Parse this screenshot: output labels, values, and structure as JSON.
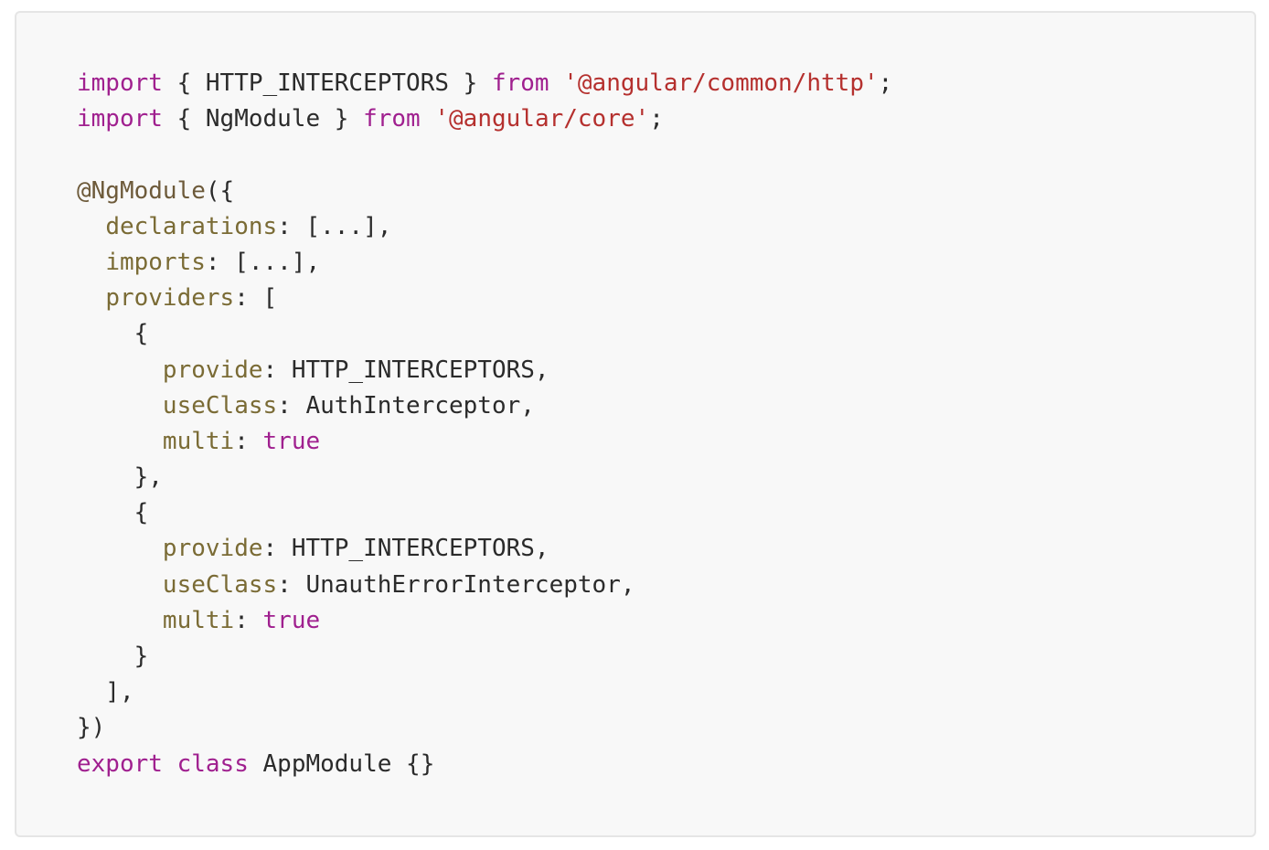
{
  "code": {
    "language": "typescript",
    "colors": {
      "keyword": "#a0208f",
      "string": "#b5302e",
      "decorator": "#6d5a3a",
      "property": "#7a6b35",
      "text": "#2b2b2b",
      "background": "#f8f8f8"
    },
    "lines": [
      [
        {
          "t": "kw",
          "v": "import"
        },
        {
          "t": "punc",
          "v": " { "
        },
        {
          "t": "id",
          "v": "HTTP_INTERCEPTORS"
        },
        {
          "t": "punc",
          "v": " } "
        },
        {
          "t": "kw",
          "v": "from"
        },
        {
          "t": "punc",
          "v": " "
        },
        {
          "t": "str",
          "v": "'@angular/common/http'"
        },
        {
          "t": "punc",
          "v": ";"
        }
      ],
      [
        {
          "t": "kw",
          "v": "import"
        },
        {
          "t": "punc",
          "v": " { "
        },
        {
          "t": "id",
          "v": "NgModule"
        },
        {
          "t": "punc",
          "v": " } "
        },
        {
          "t": "kw",
          "v": "from"
        },
        {
          "t": "punc",
          "v": " "
        },
        {
          "t": "str",
          "v": "'@angular/core'"
        },
        {
          "t": "punc",
          "v": ";"
        }
      ],
      [],
      [
        {
          "t": "deco",
          "v": "@NgModule"
        },
        {
          "t": "punc",
          "v": "({"
        }
      ],
      [
        {
          "t": "punc",
          "v": "  "
        },
        {
          "t": "prop",
          "v": "declarations"
        },
        {
          "t": "punc",
          "v": ": [...],"
        }
      ],
      [
        {
          "t": "punc",
          "v": "  "
        },
        {
          "t": "prop",
          "v": "imports"
        },
        {
          "t": "punc",
          "v": ": [...],"
        }
      ],
      [
        {
          "t": "punc",
          "v": "  "
        },
        {
          "t": "prop",
          "v": "providers"
        },
        {
          "t": "punc",
          "v": ": ["
        }
      ],
      [
        {
          "t": "punc",
          "v": "    {"
        }
      ],
      [
        {
          "t": "punc",
          "v": "      "
        },
        {
          "t": "prop",
          "v": "provide"
        },
        {
          "t": "punc",
          "v": ": "
        },
        {
          "t": "id",
          "v": "HTTP_INTERCEPTORS"
        },
        {
          "t": "punc",
          "v": ","
        }
      ],
      [
        {
          "t": "punc",
          "v": "      "
        },
        {
          "t": "prop",
          "v": "useClass"
        },
        {
          "t": "punc",
          "v": ": "
        },
        {
          "t": "id",
          "v": "AuthInterceptor"
        },
        {
          "t": "punc",
          "v": ","
        }
      ],
      [
        {
          "t": "punc",
          "v": "      "
        },
        {
          "t": "prop",
          "v": "multi"
        },
        {
          "t": "punc",
          "v": ": "
        },
        {
          "t": "kw",
          "v": "true"
        }
      ],
      [
        {
          "t": "punc",
          "v": "    },"
        }
      ],
      [
        {
          "t": "punc",
          "v": "    {"
        }
      ],
      [
        {
          "t": "punc",
          "v": "      "
        },
        {
          "t": "prop",
          "v": "provide"
        },
        {
          "t": "punc",
          "v": ": "
        },
        {
          "t": "id",
          "v": "HTTP_INTERCEPTORS"
        },
        {
          "t": "punc",
          "v": ","
        }
      ],
      [
        {
          "t": "punc",
          "v": "      "
        },
        {
          "t": "prop",
          "v": "useClass"
        },
        {
          "t": "punc",
          "v": ": "
        },
        {
          "t": "id",
          "v": "UnauthErrorInterceptor"
        },
        {
          "t": "punc",
          "v": ","
        }
      ],
      [
        {
          "t": "punc",
          "v": "      "
        },
        {
          "t": "prop",
          "v": "multi"
        },
        {
          "t": "punc",
          "v": ": "
        },
        {
          "t": "kw",
          "v": "true"
        }
      ],
      [
        {
          "t": "punc",
          "v": "    }"
        }
      ],
      [
        {
          "t": "punc",
          "v": "  ],"
        }
      ],
      [
        {
          "t": "punc",
          "v": "})"
        }
      ],
      [
        {
          "t": "kw",
          "v": "export"
        },
        {
          "t": "punc",
          "v": " "
        },
        {
          "t": "kw",
          "v": "class"
        },
        {
          "t": "punc",
          "v": " "
        },
        {
          "t": "id",
          "v": "AppModule"
        },
        {
          "t": "punc",
          "v": " {}"
        }
      ]
    ]
  }
}
